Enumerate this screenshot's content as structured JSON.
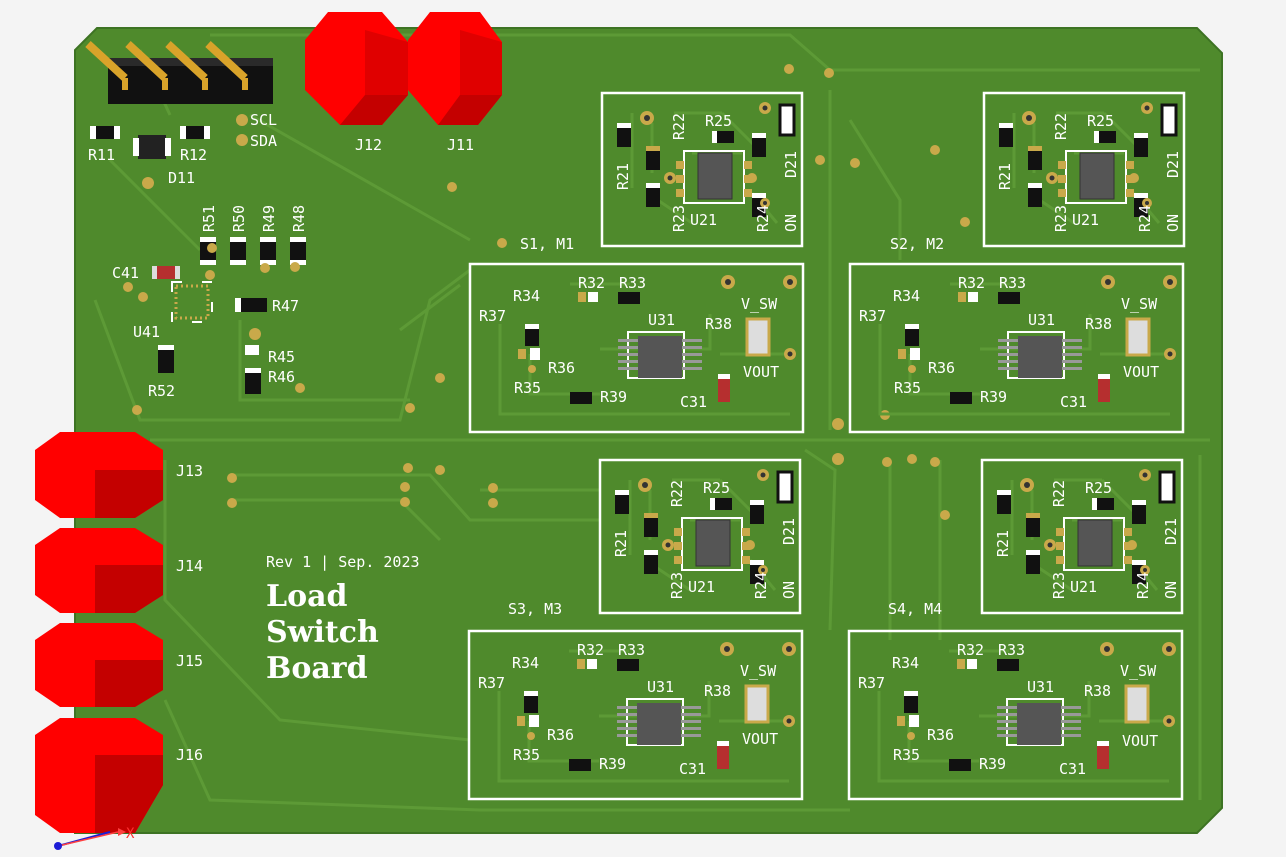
{
  "board": {
    "colors": {
      "soldermask": "#4f8a2c",
      "copper": "#5d9a36",
      "silkscreen": "#ffffff",
      "pad": "#c9a94a",
      "connector": "#ff0000",
      "background": "#f4f4f4"
    },
    "rev_line": "Rev 1 | Sep. 2023",
    "title_lines": [
      "Load",
      "Switch",
      "Board"
    ],
    "axis_label": "X",
    "header": {
      "labels": [
        "SCL",
        "SDA"
      ]
    },
    "top_connectors": [
      "J12",
      "J11"
    ],
    "side_connectors": [
      "J13",
      "J14",
      "J15",
      "J16"
    ],
    "mcu": {
      "labels": [
        "R11",
        "R12",
        "D11",
        "R51",
        "R50",
        "R49",
        "R48",
        "C41",
        "R47",
        "U41",
        "R45",
        "R46",
        "R52"
      ]
    },
    "channels": [
      {
        "label": "S1, M1"
      },
      {
        "label": "S2, M2"
      },
      {
        "label": "S3, M3"
      },
      {
        "label": "S4, M4"
      }
    ],
    "driver_labels": {
      "r21": "R21",
      "r22": "R22",
      "r23": "R23",
      "r24": "R24",
      "r25": "R25",
      "d21": "D21",
      "u21": "U21",
      "on": "ON"
    },
    "switch_labels": {
      "r32": "R32",
      "r33": "R33",
      "r34": "R34",
      "r35": "R35",
      "r36": "R36",
      "r37": "R37",
      "r38": "R38",
      "r39": "R39",
      "u31": "U31",
      "c31": "C31",
      "vsw": "V_SW",
      "vout": "VOUT"
    }
  }
}
